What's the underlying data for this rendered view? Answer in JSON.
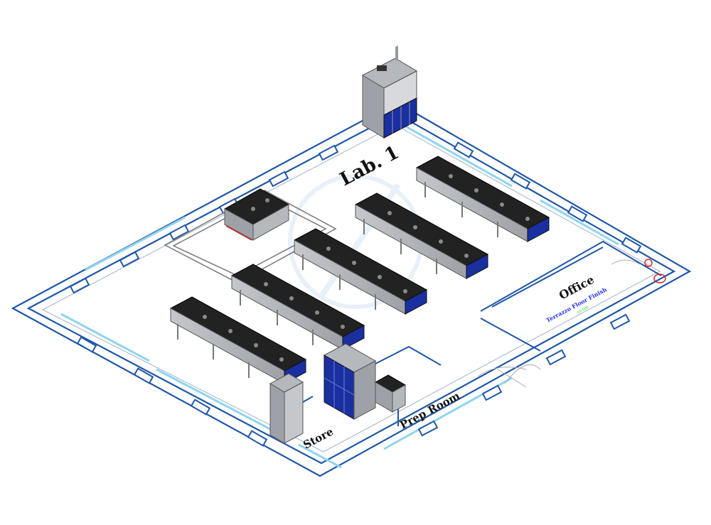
{
  "labels": {
    "lab": "Lab. 1",
    "office": "Office",
    "floor_finish": "Terrazzo Floor Finish",
    "floor_level": "±0.000",
    "prep_room": "Prep Room",
    "store": "Store"
  },
  "colors": {
    "wall_blue": "#1f56a8",
    "glass_cyan": "#8fd4ef",
    "bench_top": "#222222",
    "cabinet_grey": "#a9adb3",
    "cabinet_blue": "#1a2fa0",
    "floor_text_blue": "#1a2fff",
    "floor_level_green": "#2bd42b",
    "fixture_red": "#d92323"
  }
}
